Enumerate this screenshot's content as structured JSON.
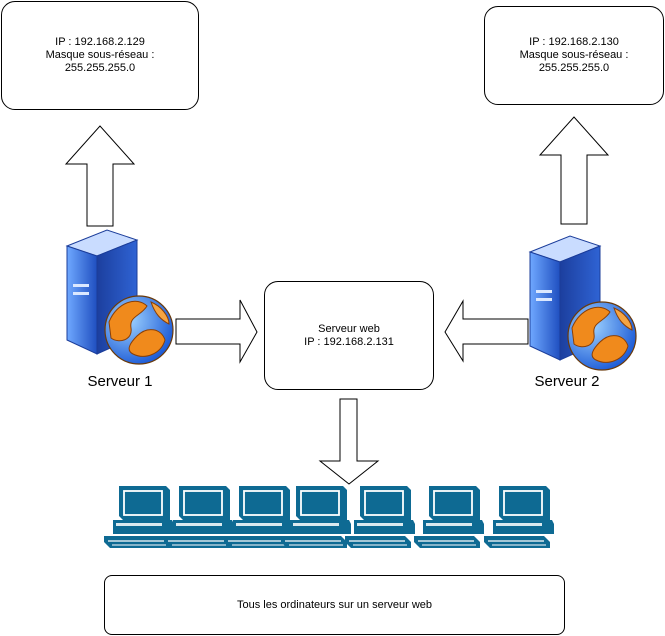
{
  "ip_box_1": {
    "lines": [
      "IP : 192.168.2.129",
      "Masque sous-réseau :",
      "255.255.255.0"
    ]
  },
  "ip_box_2": {
    "lines": [
      "IP : 192.168.2.130",
      "Masque sous-réseau :",
      "255.255.255.0"
    ]
  },
  "web_server": {
    "lines": [
      "Serveur web",
      "IP : 192.168.2.131"
    ]
  },
  "server_1": {
    "label": "Serveur 1",
    "icon": "web-server-icon"
  },
  "server_2": {
    "label": "Serveur 2",
    "icon": "web-server-icon"
  },
  "computers": {
    "count": 7,
    "icon": "workstation-icon"
  },
  "caption": "Tous les ordinateurs sur un serveur web",
  "colors": {
    "server_blue": "#2f6fd6",
    "computer_blue": "#0e6a93",
    "globe_orange": "#f08a1c"
  }
}
